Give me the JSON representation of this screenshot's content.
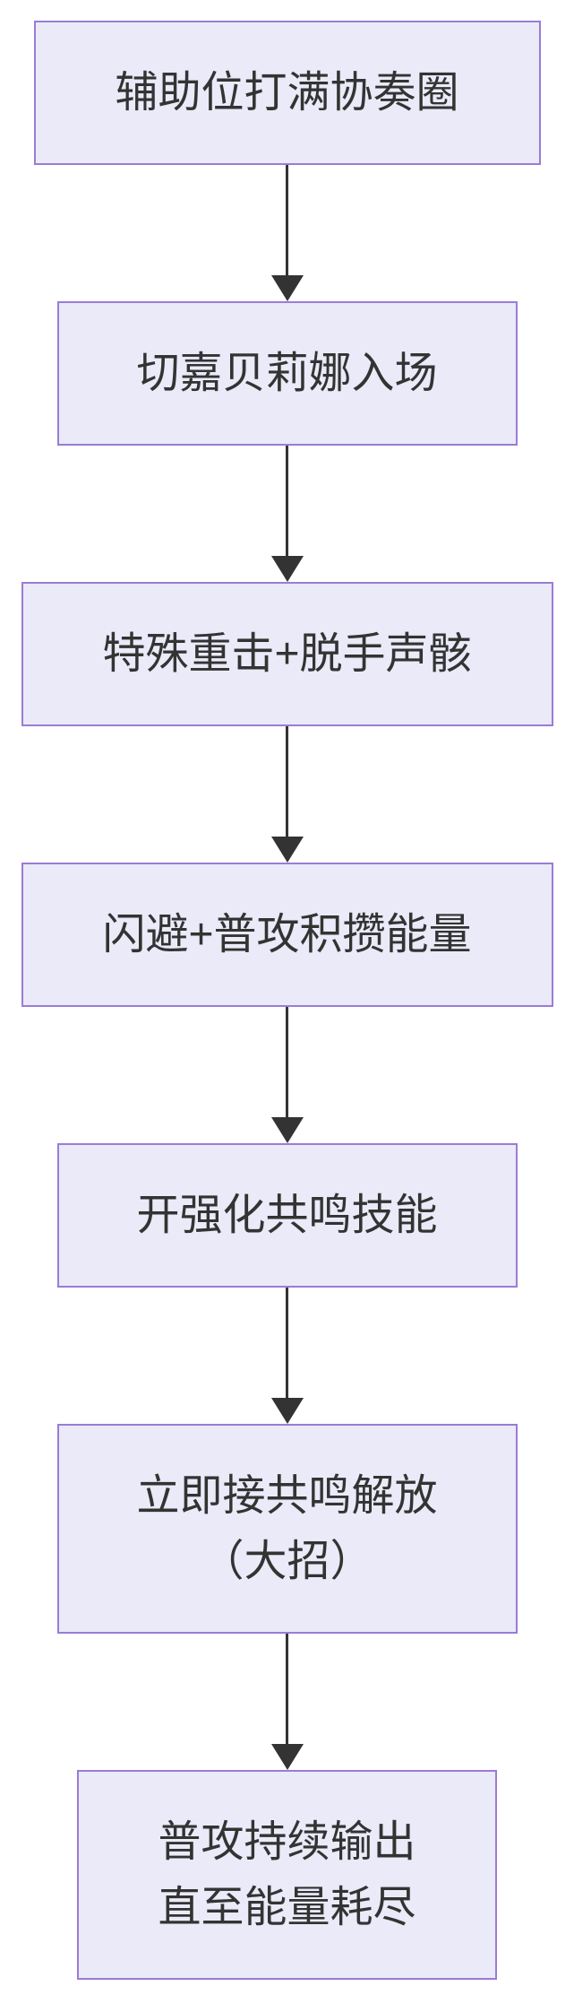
{
  "diagram": {
    "type": "flowchart",
    "direction": "top-down",
    "colors": {
      "background": "#FFFFFF",
      "node_fill": "#EAEAF8",
      "node_border": "#9A7CD6",
      "arrow": "#333333",
      "text": "#333333"
    },
    "nodes": [
      {
        "id": "step-1",
        "lines": [
          "辅助位打满协奏圈"
        ]
      },
      {
        "id": "step-2",
        "lines": [
          "切嘉贝莉娜入场"
        ]
      },
      {
        "id": "step-3",
        "lines": [
          "特殊重击+脱手声骸"
        ]
      },
      {
        "id": "step-4",
        "lines": [
          "闪避+普攻积攒能量"
        ]
      },
      {
        "id": "step-5",
        "lines": [
          "开强化共鸣技能"
        ]
      },
      {
        "id": "step-6",
        "lines": [
          "立即接共鸣解放",
          "（大招）"
        ]
      },
      {
        "id": "step-7",
        "lines": [
          "普攻持续输出",
          "直至能量耗尽"
        ]
      }
    ],
    "edges": [
      {
        "from": "step-1",
        "to": "step-2"
      },
      {
        "from": "step-2",
        "to": "step-3"
      },
      {
        "from": "step-3",
        "to": "step-4"
      },
      {
        "from": "step-4",
        "to": "step-5"
      },
      {
        "from": "step-5",
        "to": "step-6"
      },
      {
        "from": "step-6",
        "to": "step-7"
      }
    ]
  }
}
